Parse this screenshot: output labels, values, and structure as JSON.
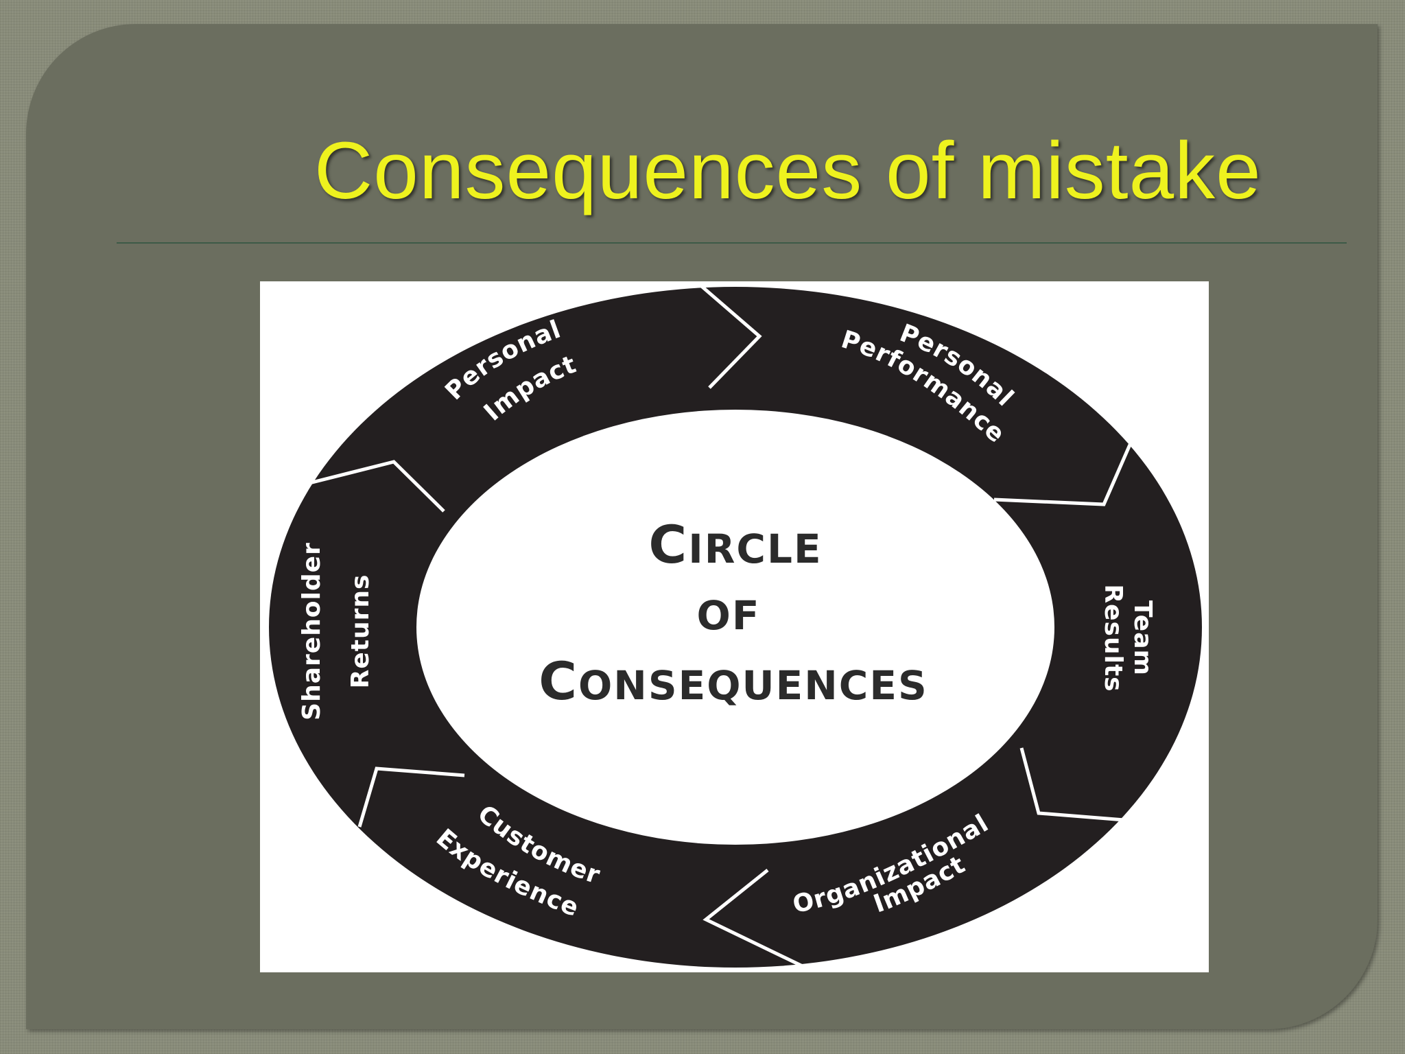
{
  "slide": {
    "title": "Consequences of mistake",
    "colors": {
      "background": "#8c8f7d",
      "panel": "#6b6e5f",
      "title": "#eef21e",
      "rule": "#3d5a47",
      "ring": "#231f20"
    }
  },
  "diagram": {
    "center": {
      "line1_big": "C",
      "line1_small": "IRCLE",
      "line2": "OF",
      "line3_big": "C",
      "line3_small": "ONSEQUENCES"
    },
    "segments": [
      {
        "line1": "Personal",
        "line2": "Impact"
      },
      {
        "line1": "Personal",
        "line2": "Performance"
      },
      {
        "line1": "Team",
        "line2": "Results"
      },
      {
        "line1": "Organizational",
        "line2": "Impact"
      },
      {
        "line1": "Customer",
        "line2": "Experience"
      },
      {
        "line1": "Shareholder",
        "line2": "Returns"
      }
    ]
  }
}
